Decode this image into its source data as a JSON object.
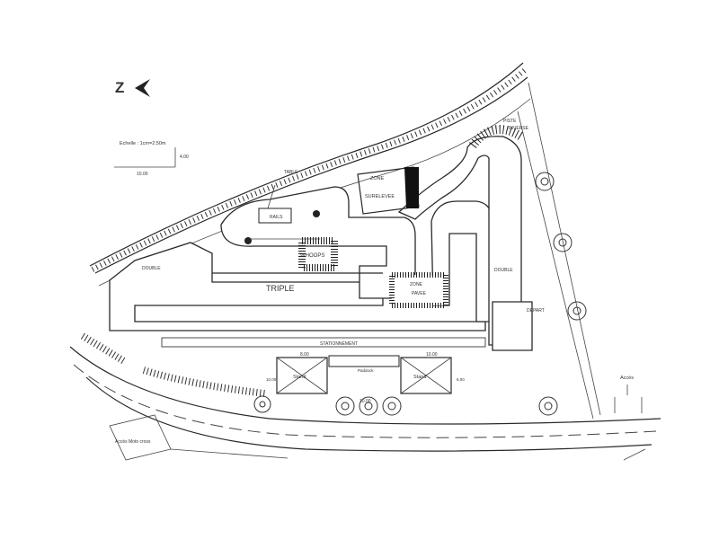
{
  "compass": {
    "letter": "Z"
  },
  "scale": {
    "label": "Echelle : 1cm=2.50m",
    "horizontal": "10.00",
    "vertical": "4.00"
  },
  "labels": {
    "piste_inverse_1": "PISTE",
    "piste_inverse_2": "INVERSE",
    "zone_1": "ZONE",
    "zone_2": "SURELEVEE",
    "rails": "RAILS",
    "whoops": "WHOOPS",
    "triple": "TRIPLE",
    "double_left": "DOUBLE",
    "zone_pavee_1": "ZONE",
    "zone_pavee_2": "PAVEE",
    "double_right": "DOUBLE",
    "table": "TABLE",
    "depart": "DEPART",
    "stand_left": "Stand",
    "stand_right": "Stand",
    "paddock": "Paddock",
    "dim_left": "8.00",
    "dim_right": "10.00",
    "dim_side_left": "10.00",
    "dim_side_right": "6.00",
    "dim_bottom": "10.00",
    "stationnement": "STATIONNEMENT",
    "acces": "Accès",
    "acces_moto_cross": "Accès Moto cross"
  },
  "icons": {
    "north_arrow": "north-arrow-icon",
    "tree": "tree-icon"
  },
  "colors": {
    "ink": "#2a2a2a",
    "paper": "#ffffff"
  }
}
